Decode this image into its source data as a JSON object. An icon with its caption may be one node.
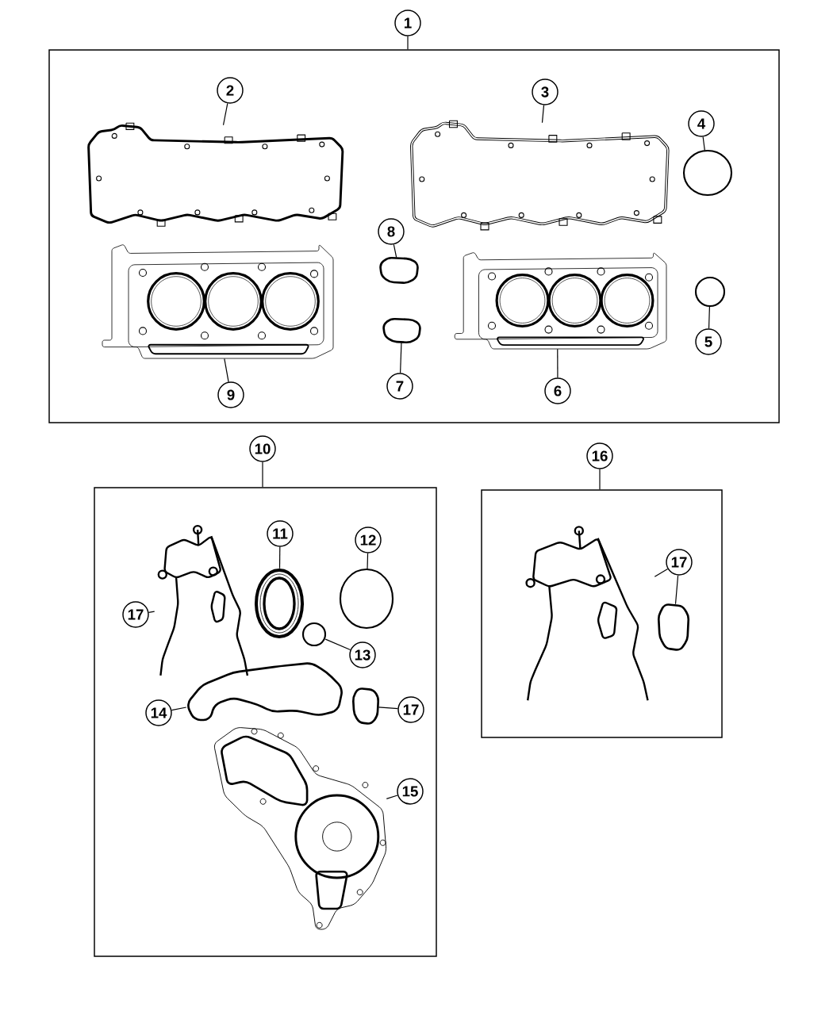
{
  "diagram": {
    "nodes": [
      {
        "text": [],
        "shape": "box"
      },
      {
        "text": [
          "1"
        ]
      },
      {
        "text": [
          "2"
        ],
        "in": 0
      },
      {
        "text": [],
        "shape": "picture",
        "in": 0
      },
      {
        "text": [
          "3"
        ],
        "in": 0
      },
      {
        "text": [],
        "shape": "picture",
        "in": 0
      },
      {
        "text": [
          "4"
        ],
        "in": 0
      },
      {
        "text": [],
        "shape": "circle",
        "in": 0
      },
      {
        "text": [
          "8"
        ],
        "in": 0
      },
      {
        "text": [],
        "shape": "picture",
        "in": 0
      },
      {
        "text": [],
        "shape": "picture",
        "in": 0
      },
      {
        "text": [
          "9"
        ],
        "in": 0
      },
      {
        "text": [],
        "shape": "circle",
        "in": 0
      },
      {
        "text": [
          "5"
        ],
        "in": 0
      },
      {
        "text": [],
        "shape": "picture",
        "in": 0
      },
      {
        "text": [
          "7"
        ],
        "in": 0
      },
      {
        "text": [],
        "shape": "picture",
        "in": 0
      },
      {
        "text": [
          "6"
        ],
        "in": 0
      },
      {
        "text": [],
        "shape": "box"
      },
      {
        "text": [
          "10"
        ]
      },
      {
        "text": [],
        "shape": "picture",
        "in": 18
      },
      {
        "text": [
          "17"
        ],
        "in": 18
      },
      {
        "text": [
          "11"
        ],
        "in": 18
      },
      {
        "text": [],
        "shape": "picture",
        "in": 18
      },
      {
        "text": [
          "12"
        ],
        "in": 18
      },
      {
        "text": [],
        "shape": "circle",
        "in": 18
      },
      {
        "text": [],
        "shape": "circle",
        "in": 18
      },
      {
        "text": [
          "13"
        ],
        "in": 18
      },
      {
        "text": [],
        "shape": "picture",
        "in": 18
      },
      {
        "text": [
          "14"
        ],
        "in": 18
      },
      {
        "text": [],
        "shape": "picture",
        "in": 18
      },
      {
        "text": [
          "17"
        ],
        "in": 18
      },
      {
        "text": [],
        "shape": "picture",
        "in": 18
      },
      {
        "text": [
          "15"
        ],
        "in": 18
      },
      {
        "text": [],
        "shape": "box"
      },
      {
        "text": [
          "16"
        ]
      },
      {
        "text": [],
        "shape": "picture",
        "in": 34
      },
      {
        "text": [],
        "shape": "picture",
        "in": 34
      },
      {
        "text": [
          "17"
        ],
        "in": 34
      }
    ],
    "edges": [
      {
        "from": 1,
        "to": 0,
        "arrow": "none"
      },
      {
        "from": 2,
        "to": 3,
        "arrow": "none"
      },
      {
        "from": 4,
        "to": 5,
        "arrow": "none"
      },
      {
        "from": 6,
        "to": 7,
        "arrow": "none"
      },
      {
        "from": 8,
        "to": 9,
        "arrow": "none"
      },
      {
        "from": 11,
        "to": 10,
        "arrow": "none"
      },
      {
        "from": 13,
        "to": 12,
        "arrow": "none"
      },
      {
        "from": 15,
        "to": 14,
        "arrow": "none"
      },
      {
        "from": 17,
        "to": 16,
        "arrow": "none"
      },
      {
        "from": 19,
        "to": 18,
        "arrow": "none"
      },
      {
        "from": 21,
        "to": 20,
        "arrow": "none"
      },
      {
        "from": 22,
        "to": 23,
        "arrow": "none"
      },
      {
        "from": 24,
        "to": 25,
        "arrow": "none"
      },
      {
        "from": 27,
        "to": 26,
        "arrow": "none"
      },
      {
        "from": 29,
        "to": 28,
        "arrow": "none"
      },
      {
        "from": 31,
        "to": 30,
        "arrow": "none"
      },
      {
        "from": 33,
        "to": 32,
        "arrow": "none"
      },
      {
        "from": 35,
        "to": 34,
        "arrow": "none"
      },
      {
        "from": 38,
        "to": 36,
        "arrow": "none"
      },
      {
        "from": 38,
        "to": 37,
        "arrow": "none"
      }
    ]
  }
}
